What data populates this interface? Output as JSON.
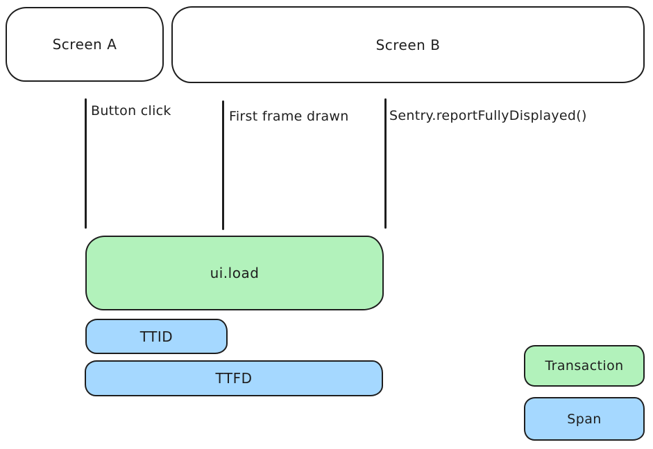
{
  "screens": [
    {
      "label": "Screen A"
    },
    {
      "label": "Screen B"
    }
  ],
  "events": [
    {
      "label": "Button click"
    },
    {
      "label": "First frame drawn"
    },
    {
      "label": "Sentry.reportFullyDisplayed()"
    }
  ],
  "bars": [
    {
      "label": "ui.load",
      "type": "transaction"
    },
    {
      "label": "TTID",
      "type": "span"
    },
    {
      "label": "TTFD",
      "type": "span"
    }
  ],
  "legend": [
    {
      "label": "Transaction",
      "type": "transaction"
    },
    {
      "label": "Span",
      "type": "span"
    }
  ],
  "colors": {
    "transaction": "#b2f2bb",
    "span": "#a5d8ff",
    "stroke": "#1e1e1e",
    "background": "#ffffff"
  }
}
